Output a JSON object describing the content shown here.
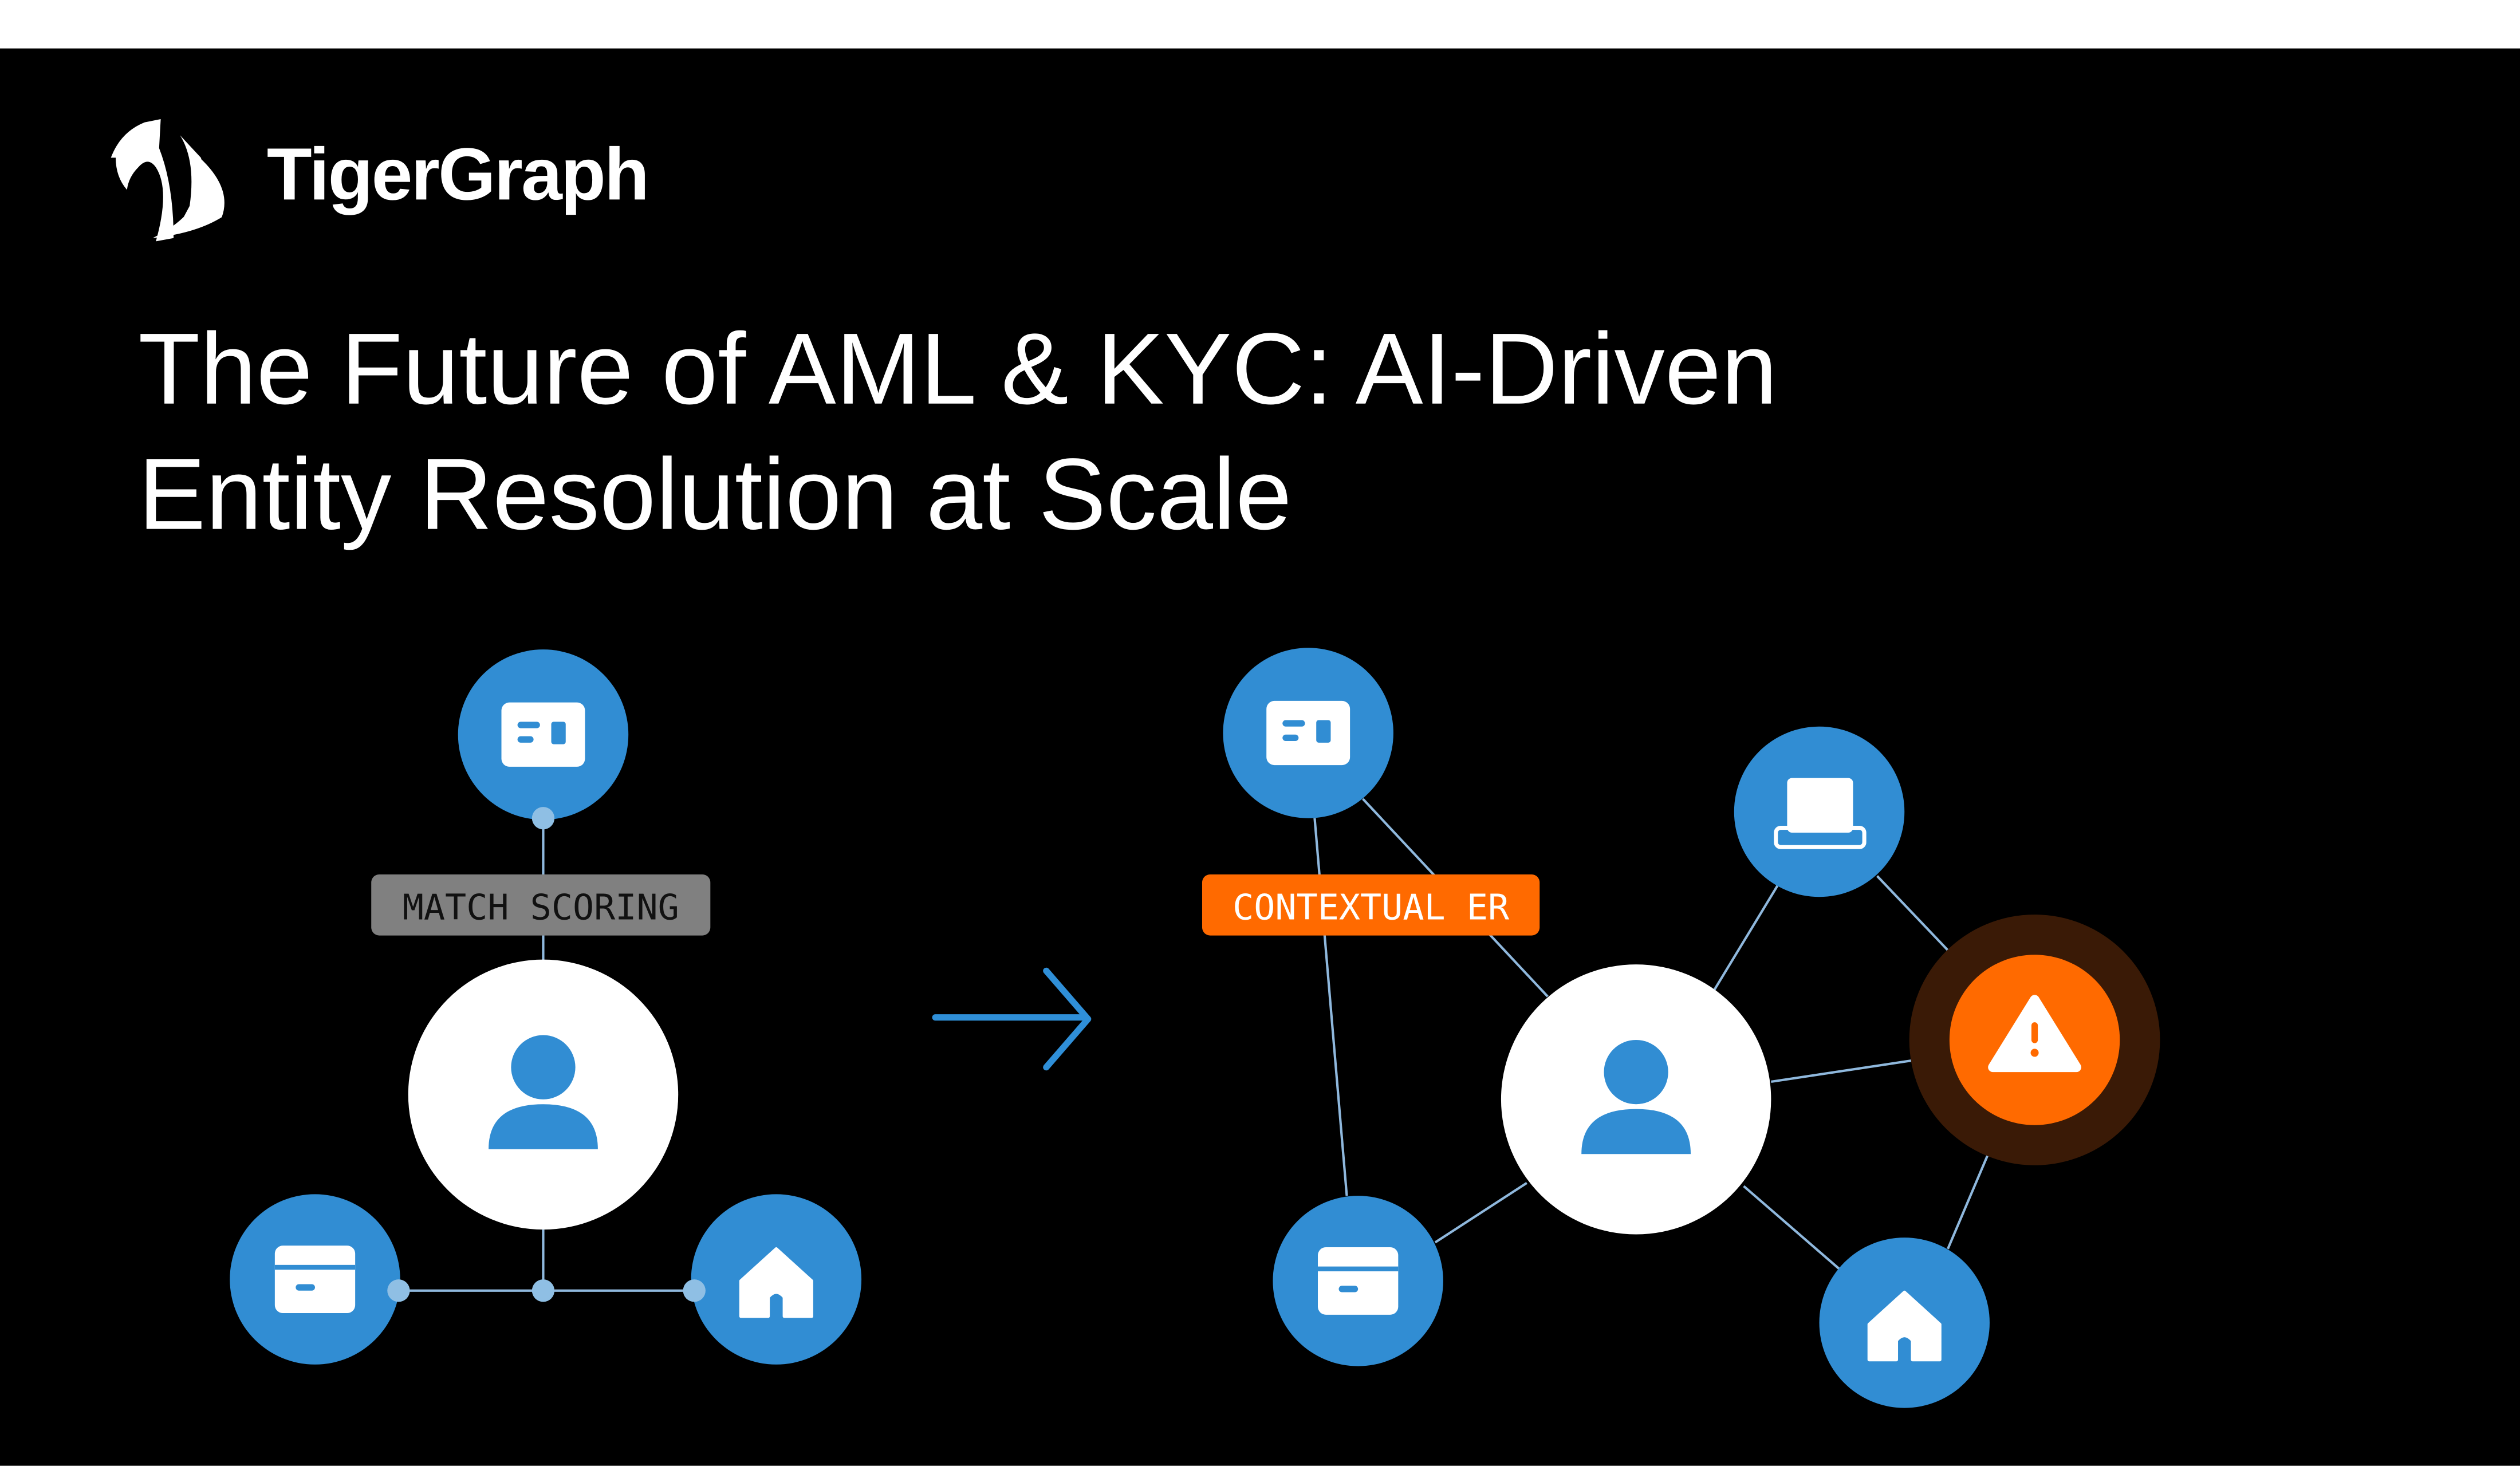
{
  "brand": {
    "name": "TigerGraph",
    "logo_icon": "tiger-head-icon"
  },
  "title": {
    "line1": "The Future of AML & KYC: AI-Driven",
    "line2": "Entity Resolution at Scale"
  },
  "left_diagram": {
    "label": "MATCH SCORING",
    "nodes": [
      "id-card-icon",
      "person-icon",
      "credit-card-icon",
      "home-icon"
    ]
  },
  "transition_icon": "arrow-right-icon",
  "right_diagram": {
    "label": "CONTEXTUAL ER",
    "nodes": [
      "id-card-icon",
      "laptop-icon",
      "person-icon",
      "warning-icon",
      "credit-card-icon",
      "home-icon"
    ]
  },
  "colors": {
    "background": "#000000",
    "node_blue": "#318dd3",
    "accent_orange": "#ff6a00",
    "label_gray": "#808080",
    "edge": "#8fb8dd"
  }
}
